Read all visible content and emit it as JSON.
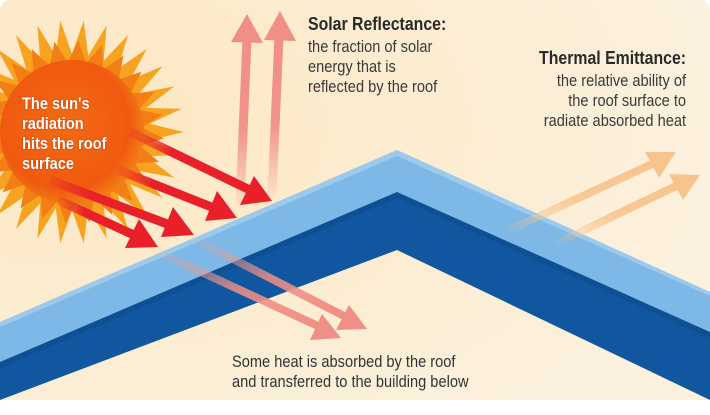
{
  "colors": {
    "background": "#fcefd9",
    "sun_core": "#f26a14",
    "sun_rays": "#f7a320",
    "roof_light": "#7db8e6",
    "roof_dark": "#10579f",
    "incoming_arrow": "#e8202a",
    "reflected_arrow": "#f08f86",
    "emitted_arrow": "#f8c48e"
  },
  "sun_label": {
    "lines": [
      "The sun's",
      "radiation",
      "hits the roof",
      "surface"
    ]
  },
  "solar_reflectance": {
    "title": "Solar Reflectance:",
    "lines": [
      "the fraction of solar",
      "energy that is",
      "reflected by the roof"
    ]
  },
  "thermal_emittance": {
    "title": "Thermal Emittance:",
    "lines": [
      "the relative ability of",
      "the roof surface to",
      "radiate absorbed heat"
    ]
  },
  "absorbed_heat": {
    "lines": [
      "Some heat is absorbed by the roof",
      "and transferred to the building below"
    ]
  },
  "icons": [
    "sun-icon",
    "incoming-radiation-arrow-icon",
    "reflected-arrow-icon",
    "emitted-heat-arrow-icon",
    "absorbed-heat-arrow-icon",
    "roof-icon"
  ]
}
